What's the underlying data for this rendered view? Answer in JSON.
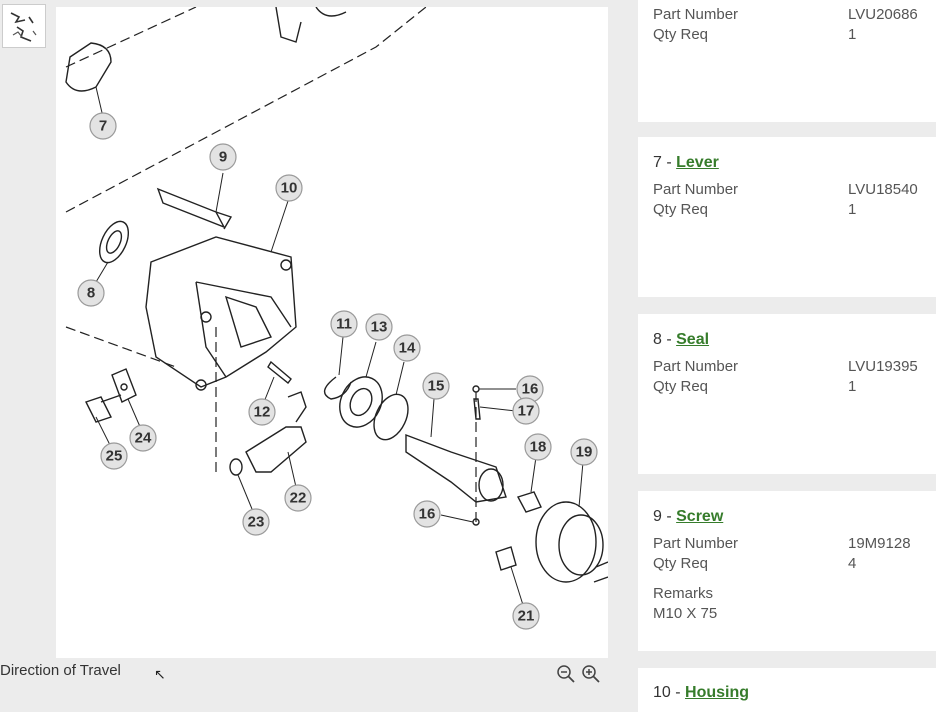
{
  "diagram": {
    "direction_label": "Direction of Travel",
    "callouts": [
      "7",
      "8",
      "9",
      "10",
      "11",
      "12",
      "13",
      "14",
      "15",
      "16",
      "17",
      "16",
      "18",
      "19",
      "21",
      "22",
      "23",
      "24",
      "25"
    ]
  },
  "zoom": {
    "out_label": "zoom out",
    "in_label": "zoom in"
  },
  "parts": [
    {
      "ref": "",
      "name": "",
      "part_number_label": "Part Number",
      "part_number": "LVU20686",
      "qty_label": "Qty Req",
      "qty": "1"
    },
    {
      "ref": "7 - ",
      "name": "Lever",
      "part_number_label": "Part Number",
      "part_number": "LVU18540",
      "qty_label": "Qty Req",
      "qty": "1"
    },
    {
      "ref": "8 - ",
      "name": "Seal",
      "part_number_label": "Part Number",
      "part_number": "LVU19395",
      "qty_label": "Qty Req",
      "qty": "1"
    },
    {
      "ref": "9 - ",
      "name": "Screw",
      "part_number_label": "Part Number",
      "part_number": "19M9128",
      "qty_label": "Qty Req",
      "qty": "4",
      "remarks_label": "Remarks",
      "remarks": "M10 X 75"
    },
    {
      "ref": "10 - ",
      "name": "Housing"
    }
  ]
}
